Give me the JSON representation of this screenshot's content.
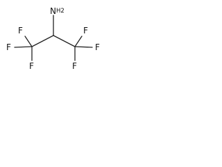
{
  "molecule": {
    "atoms": {
      "amine": {
        "label": "N",
        "subscript": "H2"
      },
      "fluorines": [
        {
          "label": "F"
        },
        {
          "label": "F"
        },
        {
          "label": "F"
        },
        {
          "label": "F"
        },
        {
          "label": "F"
        },
        {
          "label": "F"
        }
      ]
    }
  }
}
